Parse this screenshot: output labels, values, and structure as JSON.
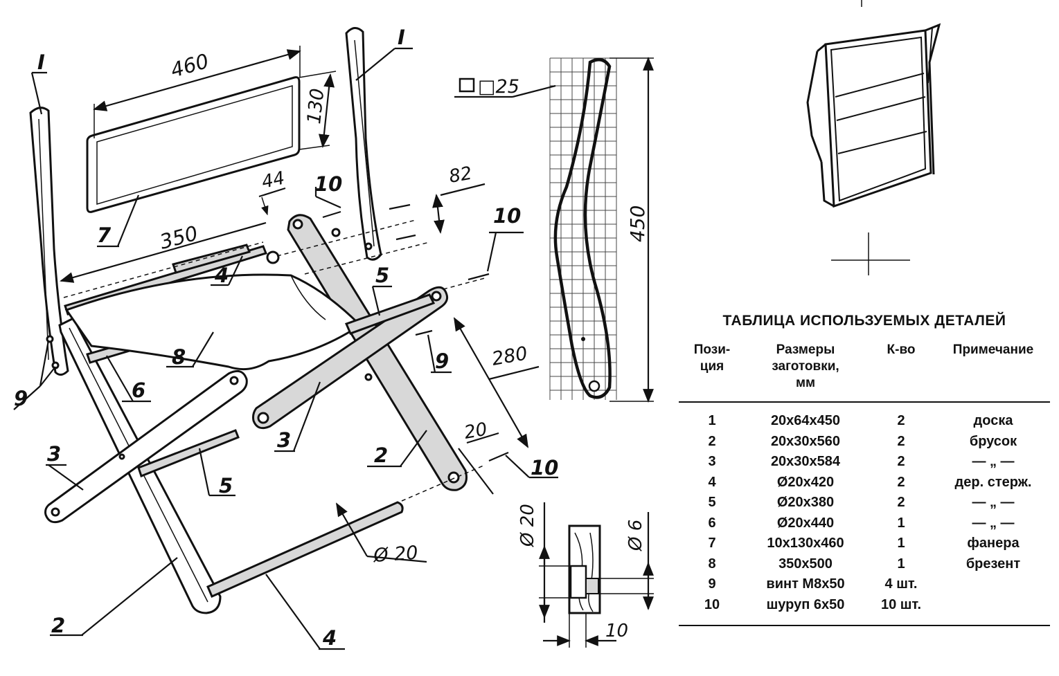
{
  "drawing": {
    "labels": {
      "p1_left": "I",
      "p1_right": "I",
      "p2_front": "2",
      "p2_back": "2",
      "p3_left": "3",
      "p3_mid": "3",
      "p4_top": "4",
      "p4_bottom": "4",
      "p5_top": "5",
      "p5_bottom": "5",
      "p6": "6",
      "p7": "7",
      "p8": "8",
      "p9_left": "9",
      "p9_right": "9",
      "p10_a": "10",
      "p10_b": "10",
      "p10_c": "10"
    },
    "dimensions": {
      "board_width": "460",
      "board_height": "130",
      "seat_width": "350",
      "hole_offset": "44",
      "hole_spacing": "82",
      "arm_length": "280",
      "arm_end": "20",
      "rod_diameter": "Ø 20",
      "side_grid": "□25",
      "side_height": "450",
      "tenon_outer": "Ø 20",
      "tenon_inner": "Ø 6",
      "tenon_depth": "10"
    }
  },
  "table": {
    "title": "ТАБЛИЦА ИСПОЛЬЗУЕМЫХ ДЕТАЛЕЙ",
    "headers": {
      "position": "Пози-\nция",
      "size": "Размеры\nзаготовки,\nмм",
      "qty": "К-во",
      "note": "Примечание"
    },
    "rows": [
      {
        "pos": "1",
        "size": "20x64x450",
        "qty": "2",
        "note": "доска"
      },
      {
        "pos": "2",
        "size": "20x30x560",
        "qty": "2",
        "note": "брусок"
      },
      {
        "pos": "3",
        "size": "20x30x584",
        "qty": "2",
        "note": "— „ —"
      },
      {
        "pos": "4",
        "size": "Ø20x420",
        "qty": "2",
        "note": "дер. стерж."
      },
      {
        "pos": "5",
        "size": "Ø20x380",
        "qty": "2",
        "note": "— „ —"
      },
      {
        "pos": "6",
        "size": "Ø20x440",
        "qty": "1",
        "note": "— „ —"
      },
      {
        "pos": "7",
        "size": "10x130x460",
        "qty": "1",
        "note": "фанера"
      },
      {
        "pos": "8",
        "size": "350x500",
        "qty": "1",
        "note": "брезент"
      },
      {
        "pos": "9",
        "size": "винт M8x50",
        "qty": "4 шт.",
        "note": ""
      },
      {
        "pos": "10",
        "size": "шуруп 6x50",
        "qty": "10 шт.",
        "note": ""
      }
    ]
  }
}
